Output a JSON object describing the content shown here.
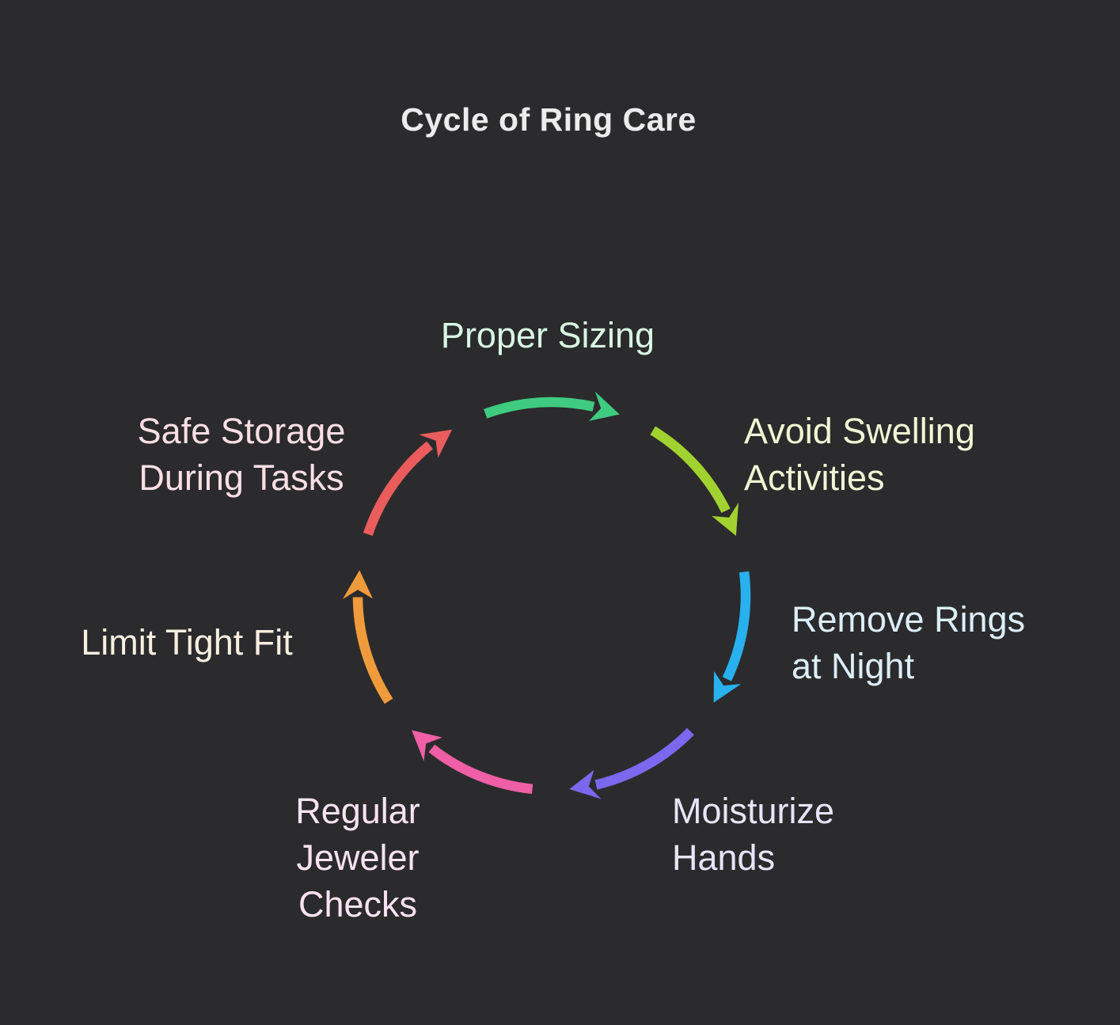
{
  "title": "Cycle of Ring Care",
  "colors": {
    "background": "#2b2b2d",
    "title": "#ececec"
  },
  "cycle": {
    "type": "cycle-diagram",
    "direction": "clockwise",
    "steps": [
      {
        "label": "Proper Sizing",
        "lines": [
          "Proper Sizing"
        ],
        "arrow_color": "#3fcb80",
        "label_color": "#d8f6e4"
      },
      {
        "label": "Avoid Swelling Activities",
        "lines": [
          "Avoid Swelling",
          "Activities"
        ],
        "arrow_color": "#a2d22f",
        "label_color": "#f0f6d3"
      },
      {
        "label": "Remove Rings at Night",
        "lines": [
          "Remove Rings",
          "at Night"
        ],
        "arrow_color": "#28b1ee",
        "label_color": "#dceef8"
      },
      {
        "label": "Moisturize Hands",
        "lines": [
          "Moisturize",
          "Hands"
        ],
        "arrow_color": "#7a68ee",
        "label_color": "#e7e5f8"
      },
      {
        "label": "Regular Jeweler Checks",
        "lines": [
          "Regular",
          "Jeweler",
          "Checks"
        ],
        "arrow_color": "#ef5fa6",
        "label_color": "#f9e3f2"
      },
      {
        "label": "Limit Tight Fit",
        "lines": [
          "Limit Tight Fit"
        ],
        "arrow_color": "#f09b3b",
        "label_color": "#f8eee1"
      },
      {
        "label": "Safe Storage During Tasks",
        "lines": [
          "Safe Storage",
          "During Tasks"
        ],
        "arrow_color": "#eb5c5c",
        "label_color": "#fadfe5"
      }
    ]
  }
}
